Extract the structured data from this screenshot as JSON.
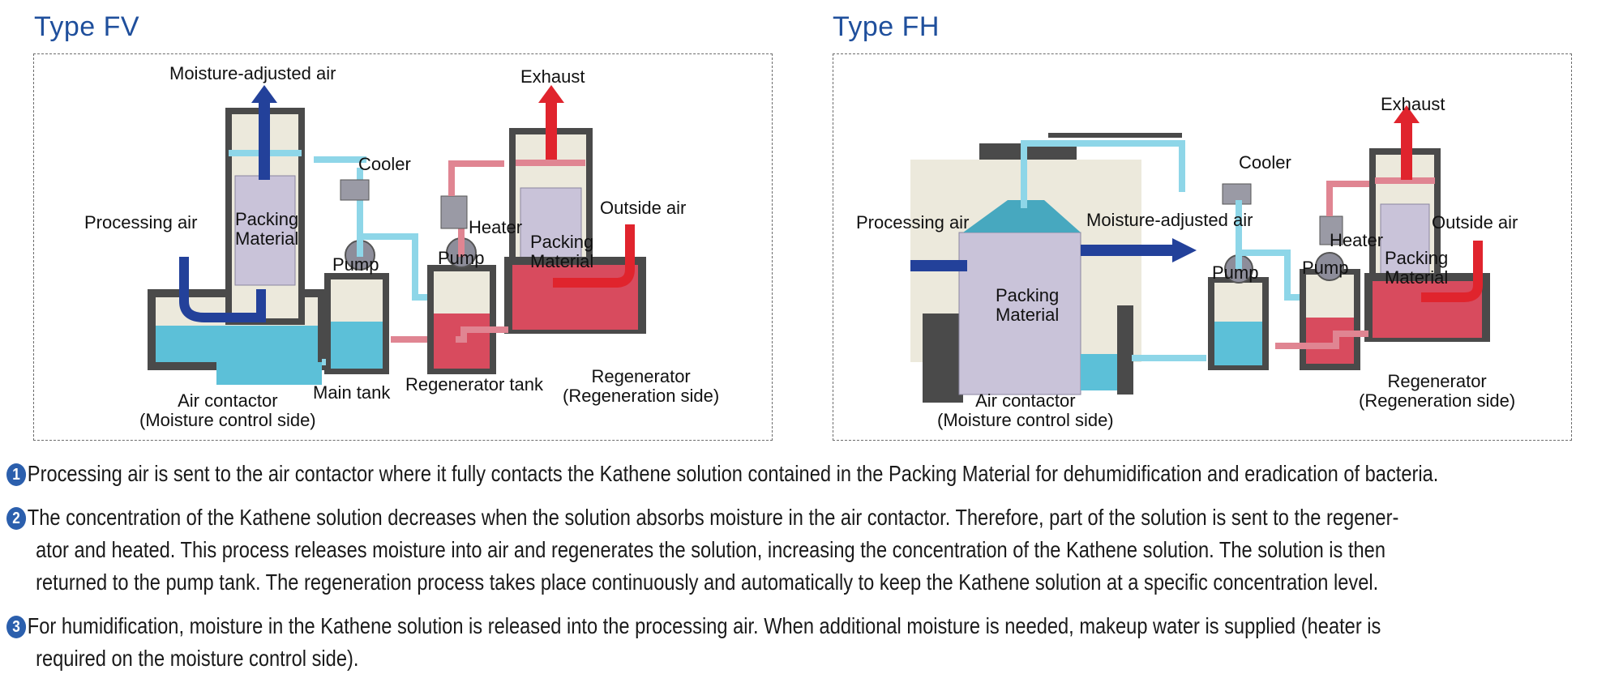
{
  "type_fv": {
    "title": "Type FV",
    "labels": {
      "moisture_adjusted_air": "Moisture-adjusted air",
      "exhaust": "Exhaust",
      "cooler": "Cooler",
      "processing_air": "Processing air",
      "packing_material_1": "Packing\nMaterial",
      "heater": "Heater",
      "outside_air": "Outside air",
      "pump_1": "Pump",
      "pump_2": "Pump",
      "packing_material_2": "Packing\nMaterial",
      "air_contactor": "Air contactor\n(Moisture control side)",
      "main_tank": "Main tank",
      "regenerator_tank": "Regenerator tank",
      "regenerator": "Regenerator\n(Regeneration side)"
    }
  },
  "type_fh": {
    "title": "Type FH",
    "labels": {
      "exhaust": "Exhaust",
      "cooler": "Cooler",
      "processing_air": "Processing air",
      "moisture_adjusted_air": "Moisture-adjusted air",
      "outside_air": "Outside air",
      "heater": "Heater",
      "pump_1": "Pump",
      "pump_2": "Pump",
      "packing_material_1": "Packing\nMaterial",
      "packing_material_2": "Packing\nMaterial",
      "air_contactor": "Air contactor\n(Moisture control side)",
      "regenerator": "Regenerator\n(Regeneration side)"
    }
  },
  "steps": [
    {
      "num": "1",
      "text": "Processing air is sent to the air contactor where it fully contacts the Kathene solution contained in the Packing Material for dehumidification and eradication of bacteria."
    },
    {
      "num": "2",
      "text": "The concentration of the Kathene solution decreases when the solution absorbs moisture in the air contactor. Therefore, part of the solution is sent to the regener-",
      "cont": [
        "ator and heated. This process releases moisture into air and regenerates the solution, increasing the concentration of the Kathene solution. The solution is then",
        "returned to the pump tank. The regeneration process takes place continuously and automatically to keep the Kathene solution at a specific concentration level."
      ]
    },
    {
      "num": "3",
      "text": "For humidification, moisture in the Kathene solution is released into the processing air. When additional moisture is needed, makeup water is supplied (heater is",
      "cont": [
        "required on the moisture control side)."
      ]
    }
  ],
  "colors": {
    "title_blue": "#1f4f9c",
    "solution_cyan": "#5cc0d8",
    "regen_red": "#d84b5e",
    "processing_blue": "#23419a",
    "exhaust_red": "#e0242d",
    "unit_dark": "#4a4a4a",
    "unit_light": "#ece9dc",
    "packing_lavender": "#c9c3d9"
  }
}
